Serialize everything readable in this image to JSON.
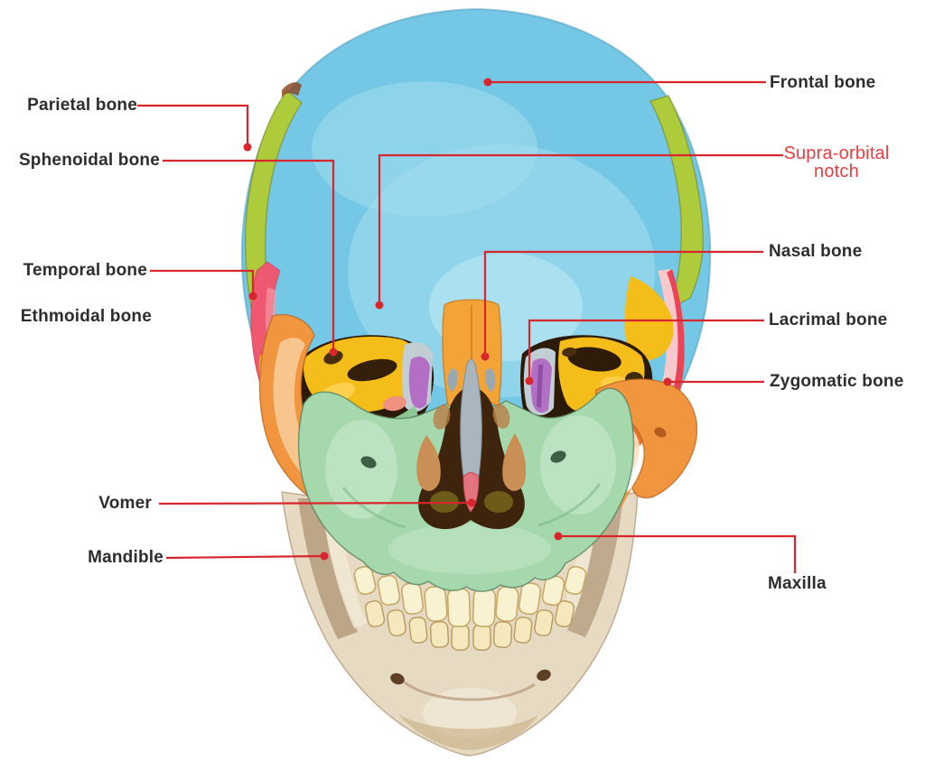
{
  "labels": {
    "left": [
      {
        "id": "parietal-bone",
        "text": "Parietal bone"
      },
      {
        "id": "sphenoidal-bone",
        "text": "Sphenoidal bone"
      },
      {
        "id": "temporal-bone",
        "text": "Temporal bone"
      },
      {
        "id": "ethmoidal-bone",
        "text": "Ethmoidal bone"
      },
      {
        "id": "vomer",
        "text": "Vomer"
      },
      {
        "id": "mandible",
        "text": "Mandible"
      }
    ],
    "right": [
      {
        "id": "frontal-bone",
        "text": "Frontal bone"
      },
      {
        "id": "supra-orbital-notch",
        "text": "Supra-orbital notch"
      },
      {
        "id": "nasal-bone",
        "text": "Nasal bone"
      },
      {
        "id": "lacrimal-bone",
        "text": "Lacrimal bone"
      },
      {
        "id": "zygomatic-bone",
        "text": "Zygomatic bone"
      },
      {
        "id": "maxilla",
        "text": "Maxilla"
      }
    ]
  },
  "colors": {
    "background": "#FFFFFF",
    "leader": "#D9262C",
    "label_dark": "#2D2D2F",
    "label_red": "#EE3B3F",
    "frontal": "#74C8E5",
    "frontal_light": "#A5DEF0",
    "parietal": "#AECB3B",
    "temporal": "#EE5870",
    "temporal_pale": "#F8C9CC",
    "sphenoid": "#F4BD1A",
    "ethmoid": "#C2CDD4",
    "lacrimal": "#B36FC4",
    "zygomatic": "#F2953F",
    "zygomatic_light": "#FAE3C4",
    "nasal": "#F4A436",
    "maxilla": "#A6D8AE",
    "maxilla_light": "#CFEBD3",
    "maxilla_dark": "#74B381",
    "orbit": "#2C1A09",
    "cavity": "#3E230D",
    "conchae": "#C98F55",
    "septum": "#A9B6BE",
    "vomer": "#E2737F",
    "teeth": "#F9F2D0",
    "teeth_lower": "#F4E8BC",
    "mandible": "#E7DAC3",
    "mandible_shade": "#C2A478",
    "mandible_dark": "#9A7A58"
  }
}
